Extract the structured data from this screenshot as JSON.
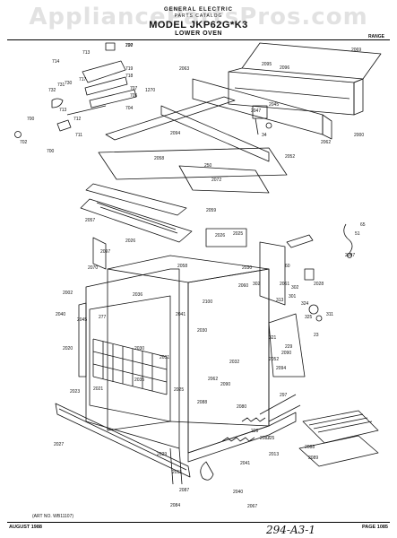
{
  "watermark": "AppliancePartsPros.com",
  "header": {
    "brand": "GENERAL ELECTRIC",
    "catalog": "PARTS CATALOG",
    "model": "MODEL JKP62G*K3",
    "subtitle": "LOWER OVEN",
    "range": "RANGE"
  },
  "labels": [
    "720",
    "2069",
    "714",
    "713",
    "719",
    "718",
    "717",
    "707",
    "705",
    "2063",
    "1270",
    "2095",
    "2096",
    "732",
    "731",
    "730",
    "704",
    "713",
    "2047",
    "2045",
    "34",
    "700",
    "712",
    "711",
    "702",
    "700",
    "2094",
    "2052",
    "2062",
    "2000",
    "2058",
    "250",
    "2072",
    "2059",
    "2057",
    "2026",
    "2097",
    "2026",
    "2025",
    "2030",
    "2060",
    "2061",
    "2058",
    "2070",
    "2100",
    "2002",
    "2036",
    "2041",
    "2040",
    "277",
    "2020",
    "2021",
    "2023",
    "2025",
    "2027",
    "2030",
    "2031",
    "2035",
    "2045",
    "2030",
    "2032",
    "2052",
    "2062",
    "2090",
    "2080",
    "2088",
    "2087",
    "2013",
    "2029",
    "2011",
    "2087",
    "2084",
    "2040",
    "2041",
    "2067",
    "2088",
    "2089",
    "2090",
    "2094",
    "51",
    "302",
    "23",
    "301",
    "2097",
    "60",
    "65",
    "324",
    "311",
    "325",
    "321",
    "229",
    "313",
    "302",
    "226",
    "297",
    "2028",
    "325",
    "297"
  ],
  "art_number": "(ART NO. WB11107)",
  "footer": {
    "date": "AUGUST 1988",
    "handwritten": "294-A3-1",
    "page": "PAGE 1085"
  }
}
